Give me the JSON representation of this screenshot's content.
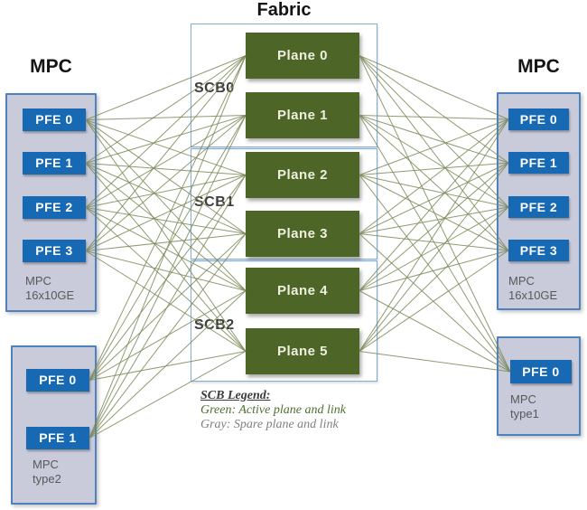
{
  "fabric": {
    "title": "Fabric",
    "scb_labels": [
      "SCB0",
      "SCB1",
      "SCB2"
    ],
    "planes": [
      "Plane 0",
      "Plane 1",
      "Plane 2",
      "Plane 3",
      "Plane 4",
      "Plane 5"
    ]
  },
  "left_mpc_16x": {
    "title": "MPC",
    "pfes": [
      "PFE 0",
      "PFE 1",
      "PFE 2",
      "PFE 3"
    ],
    "caption_line1": "MPC",
    "caption_line2": "16x10GE"
  },
  "left_mpc_type2": {
    "pfes": [
      "PFE 0",
      "PFE 1"
    ],
    "caption_line1": "MPC",
    "caption_line2": "type2"
  },
  "right_mpc_16x": {
    "title": "MPC",
    "pfes": [
      "PFE 0",
      "PFE 1",
      "PFE 2",
      "PFE 3"
    ],
    "caption_line1": "MPC",
    "caption_line2": "16x10GE"
  },
  "right_mpc_type1": {
    "pfes": [
      "PFE 0"
    ],
    "caption_line1": "MPC",
    "caption_line2": "type1"
  },
  "legend": {
    "title": "SCB Legend:",
    "green_line": "Green: Active plane and link",
    "gray_line": "Gray: Spare plane and link"
  },
  "colors": {
    "plane_green": "#4d6627",
    "pfe_blue": "#1769b4",
    "mpc_fill": "#c9cada",
    "mpc_border": "#4f81bd",
    "scb_border": "#7faedb",
    "link_olive": "#7a8a58",
    "legend_green": "#4e7031",
    "legend_gray": "#808080"
  },
  "links": {
    "sources": [
      "pfe-left16-0",
      "pfe-left16-1",
      "pfe-left16-2",
      "pfe-left16-3",
      "pfe-left2-0",
      "pfe-left2-1"
    ],
    "planes": [
      "plane-0",
      "plane-1",
      "plane-2",
      "plane-3",
      "plane-4",
      "plane-5"
    ],
    "targets": [
      "pfe-right16-0",
      "pfe-right16-1",
      "pfe-right16-2",
      "pfe-right16-3",
      "pfe-right1-0"
    ]
  }
}
